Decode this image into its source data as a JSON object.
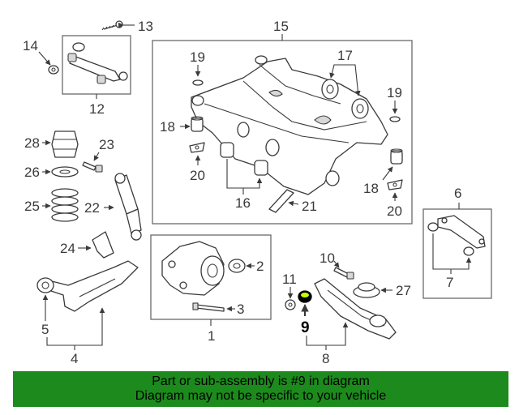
{
  "callouts": {
    "c1": "1",
    "c2": "2",
    "c3": "3",
    "c4": "4",
    "c5": "5",
    "c6": "6",
    "c7": "7",
    "c8": "8",
    "c9": "9",
    "c10": "10",
    "c11": "11",
    "c12": "12",
    "c13": "13",
    "c14": "14",
    "c15": "15",
    "c16": "16",
    "c17": "17",
    "c18a": "18",
    "c18b": "18",
    "c19a": "19",
    "c19b": "19",
    "c20a": "20",
    "c20b": "20",
    "c21": "21",
    "c22": "22",
    "c23": "23",
    "c24": "24",
    "c25": "25",
    "c26": "26",
    "c27": "27",
    "c28": "28"
  },
  "highlight": {
    "part_number": "9",
    "color": "#1c8a1c"
  },
  "banner": {
    "line1": "Part or sub-assembly is #9 in diagram",
    "line2": "Diagram may not be specific to your vehicle",
    "background": "#1c8a1c"
  }
}
